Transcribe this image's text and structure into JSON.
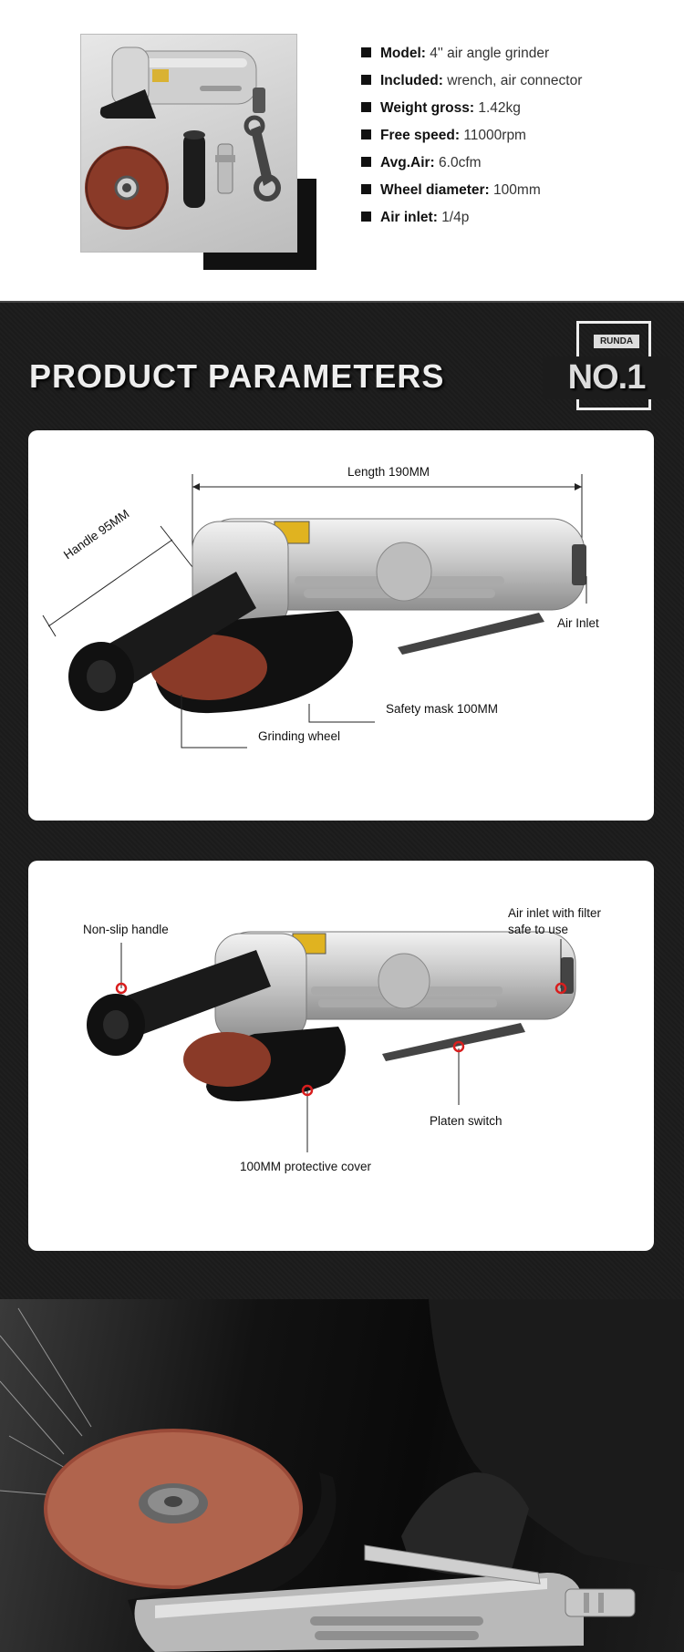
{
  "specs": [
    {
      "key": "Model:",
      "value": "4'' air angle grinder"
    },
    {
      "key": "Included:",
      "value": "wrench, air connector"
    },
    {
      "key": "Weight gross:",
      "value": "1.42kg"
    },
    {
      "key": "Free speed:",
      "value": "11000rpm"
    },
    {
      "key": "Avg.Air:",
      "value": "6.0cfm"
    },
    {
      "key": "Wheel diameter:",
      "value": "100mm"
    },
    {
      "key": "Air inlet:",
      "value": "1/4p"
    }
  ],
  "params": {
    "title": "PRODUCT PARAMETERS",
    "badge_tag": "RUNDA",
    "badge_label": "NO.1"
  },
  "dimensions": {
    "length": "Length 190MM",
    "handle": "Handle 95MM",
    "air_inlet": "Air Inlet",
    "safety_mask": "Safety mask 100MM",
    "grinding_wheel": "Grinding wheel"
  },
  "features": {
    "non_slip_handle": "Non-slip handle",
    "air_inlet_filter_line1": "Air inlet with filter",
    "air_inlet_filter_line2": "safe to use",
    "platen_switch": "Platen switch",
    "protective_cover": "100MM protective cover"
  },
  "colors": {
    "accent_red": "#d81e1e",
    "dark_bg": "#1c1c1c",
    "wheel_brown": "#8a3a28"
  }
}
